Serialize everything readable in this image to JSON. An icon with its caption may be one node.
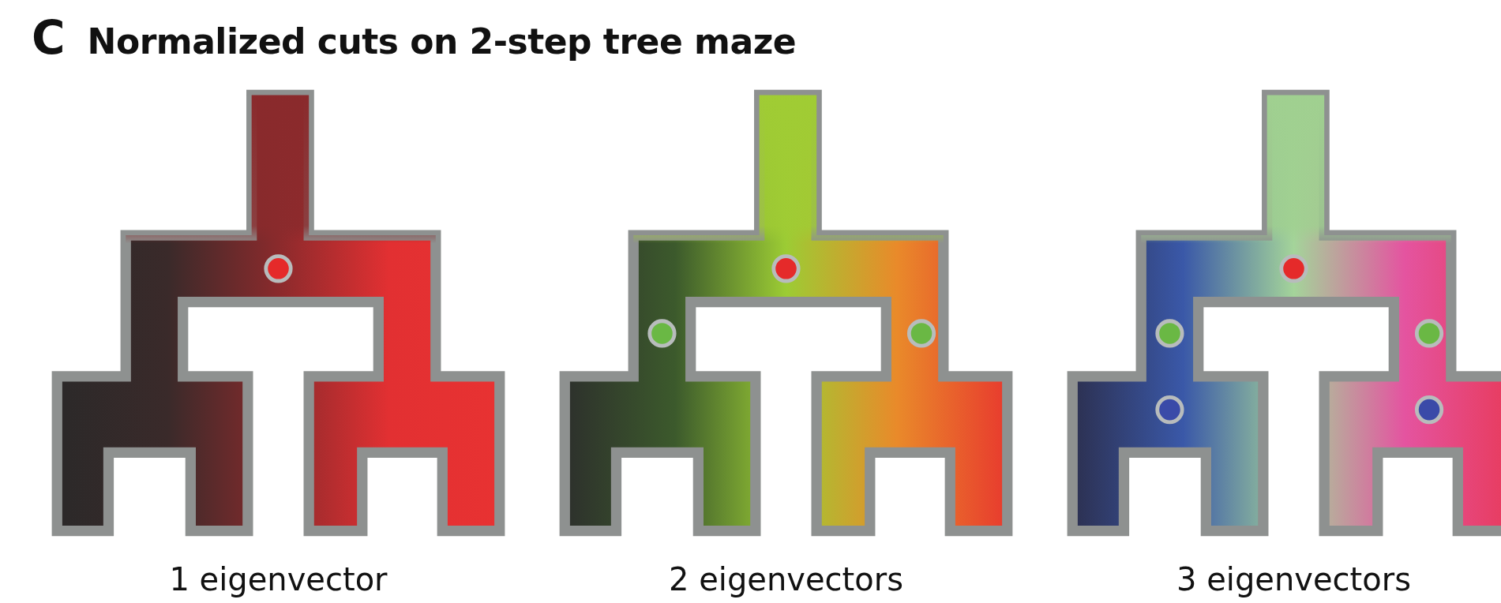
{
  "diagram": {
    "title": "Normalized cuts on 2-step tree maze",
    "labels": [
      "C",
      "1 eigenvector",
      "2 eigenvectors",
      "3 eigenvectors"
    ]
  }
}
